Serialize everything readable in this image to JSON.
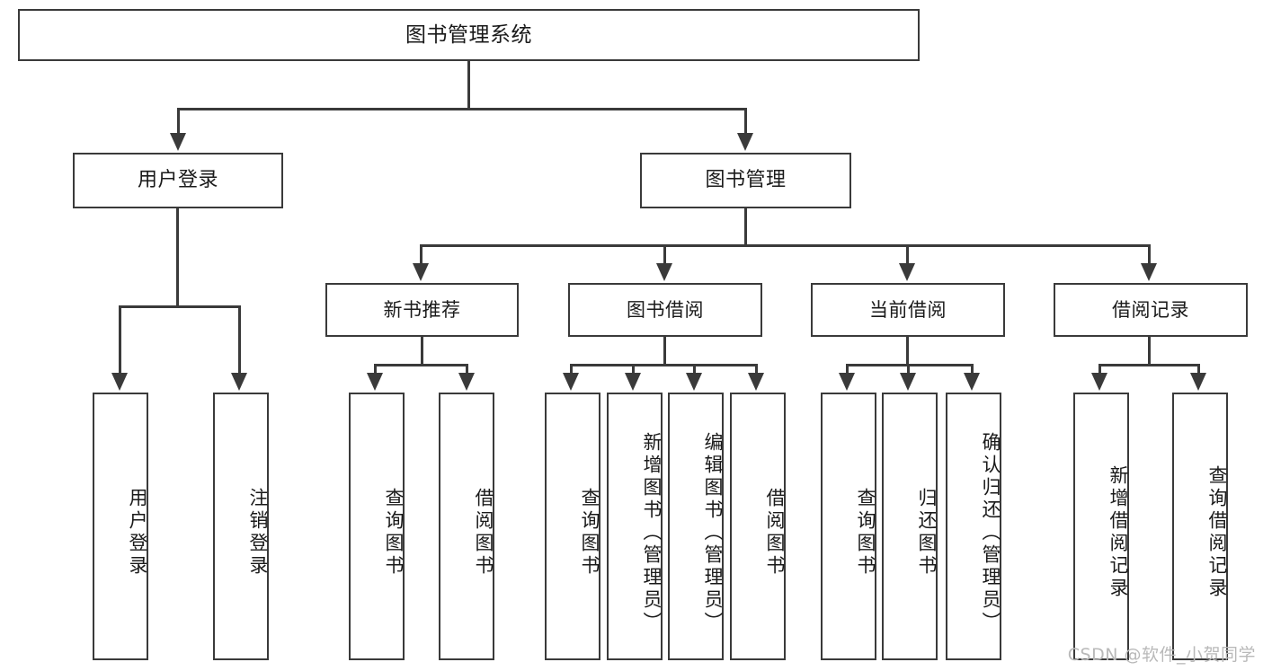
{
  "diagram": {
    "title": "图书管理系统",
    "type": "tree",
    "watermark": "CSDN @软件_小贺同学",
    "colors": {
      "box_border": "#3a3a3a",
      "box_fill": "#ffffff",
      "connector": "#3a3a3a",
      "text": "#1a1a1a",
      "watermark": "#b9b9b9"
    },
    "root": {
      "label": "图书管理系统"
    },
    "level2": [
      {
        "label": "用户登录"
      },
      {
        "label": "图书管理"
      }
    ],
    "level3": [
      {
        "label": "新书推荐"
      },
      {
        "label": "图书借阅"
      },
      {
        "label": "当前借阅"
      },
      {
        "label": "借阅记录"
      }
    ],
    "leaves": {
      "user_login": [
        {
          "label": "用户登录"
        },
        {
          "label": "注销登录"
        }
      ],
      "new_book_recommend": [
        {
          "label": "查询图书"
        },
        {
          "label": "借阅图书"
        }
      ],
      "book_borrow": [
        {
          "label": "查询图书"
        },
        {
          "label": "新增图书（管理员）"
        },
        {
          "label": "编辑图书（管理员）"
        },
        {
          "label": "借阅图书"
        }
      ],
      "current_borrow": [
        {
          "label": "查询图书"
        },
        {
          "label": "归还图书"
        },
        {
          "label": "确认归还（管理员）"
        }
      ],
      "borrow_record": [
        {
          "label": "新增借阅记录"
        },
        {
          "label": "查询借阅记录"
        }
      ]
    }
  }
}
